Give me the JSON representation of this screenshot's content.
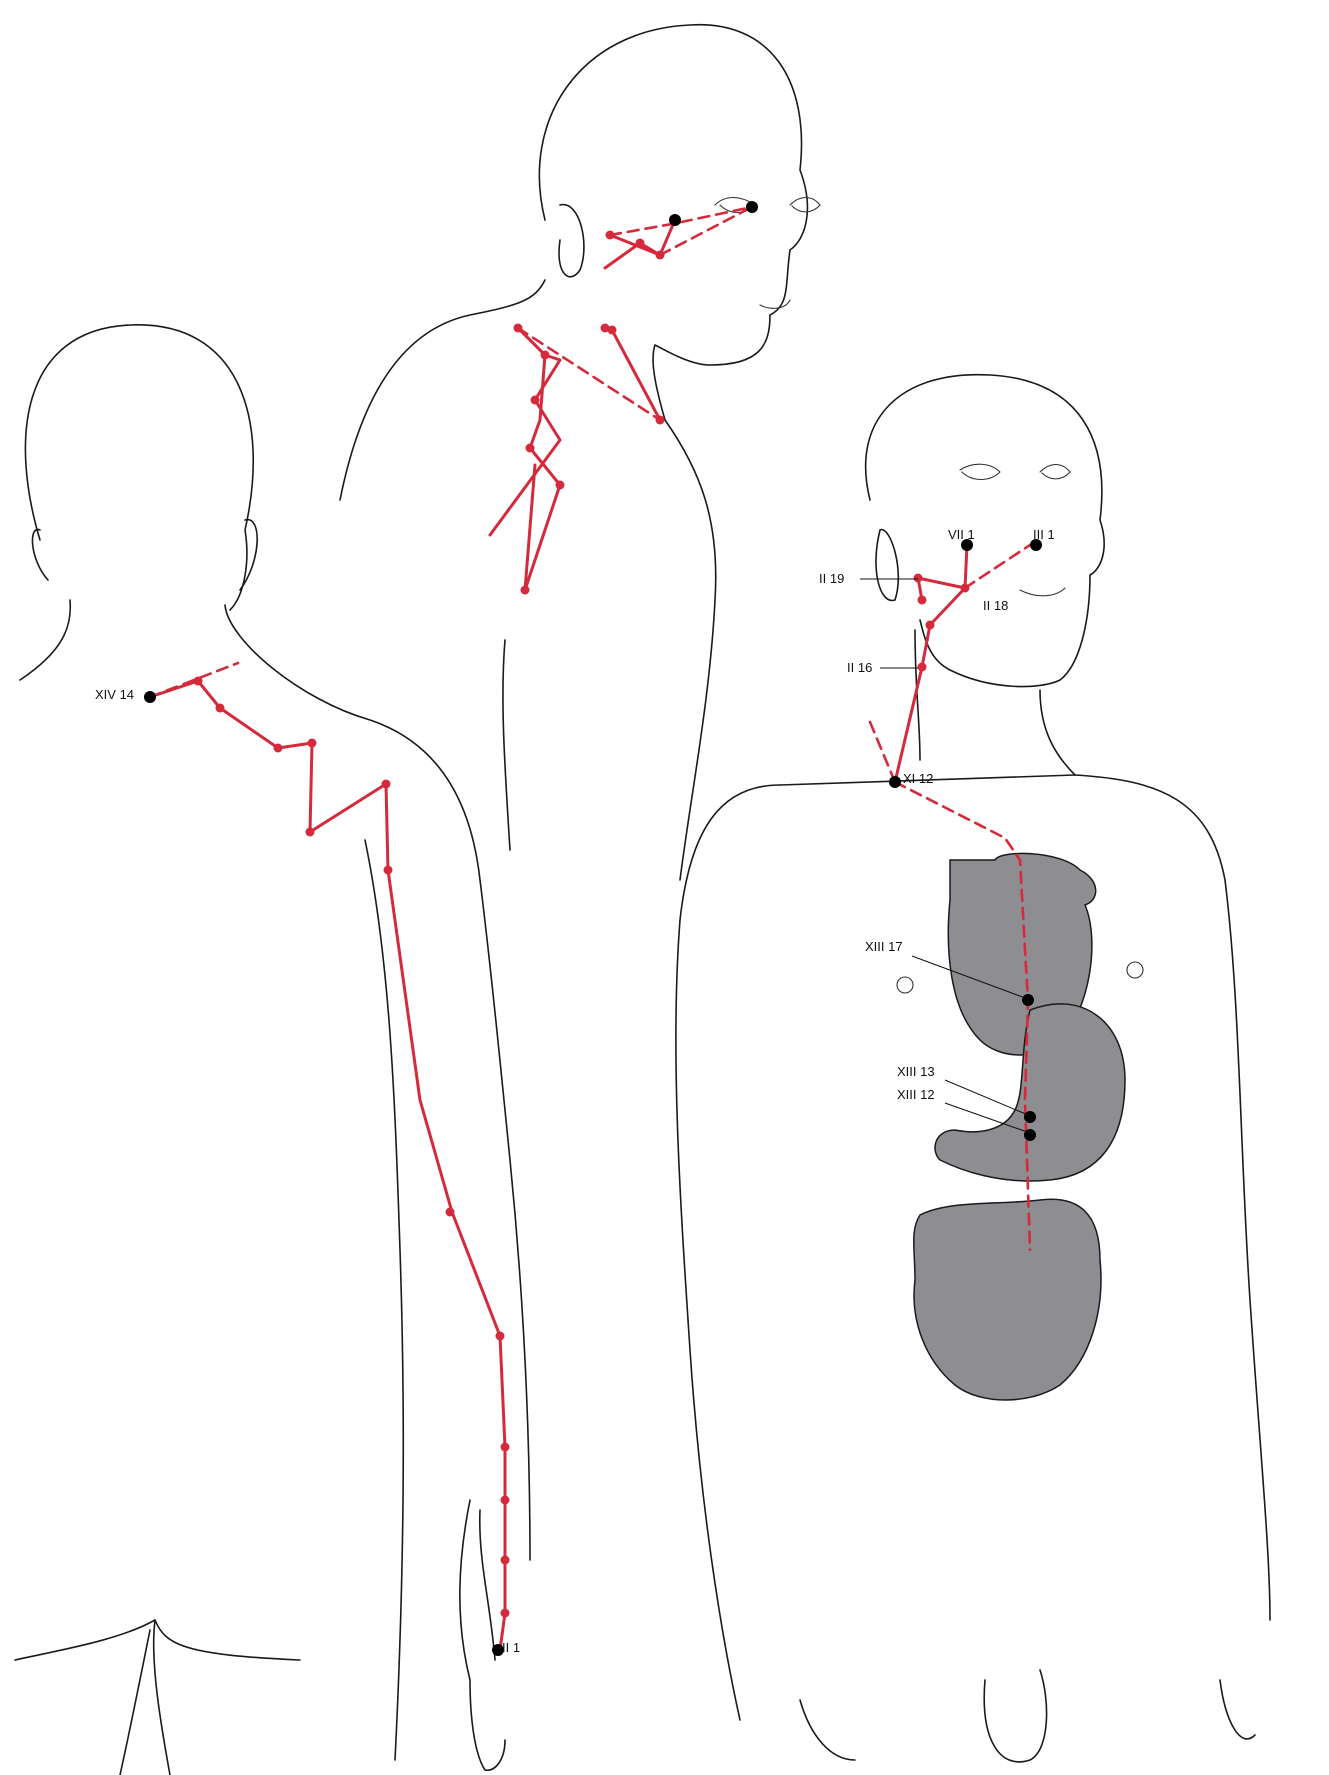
{
  "colors": {
    "meridian": "#d42a3c",
    "point_major": "#000000",
    "organ_fill": "#8e8e92",
    "outline": "#1a1a1a"
  },
  "labels": {
    "xiv14": "XIV 14",
    "ii1": "II 1",
    "vii1": "VII 1",
    "iii1": "III 1",
    "ii19": "II 19",
    "ii18": "II 18",
    "ii16": "II 16",
    "xi12": "XI 12",
    "xiii17": "XIII 17",
    "xiii13": "XIII 13",
    "xiii12": "XIII 12"
  }
}
